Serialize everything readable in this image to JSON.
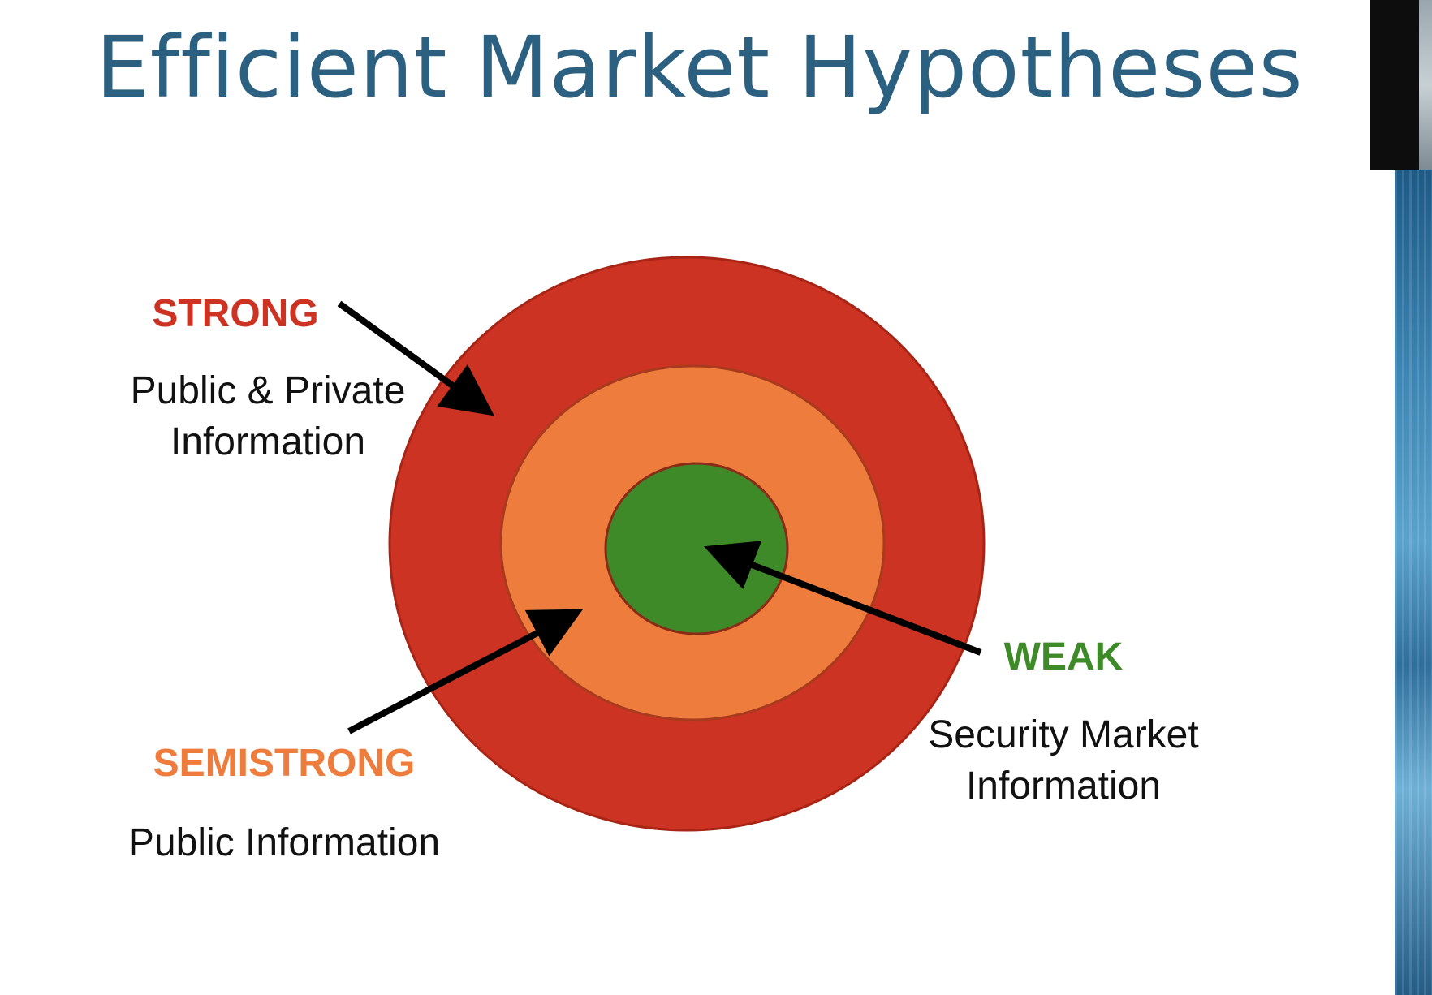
{
  "title": "Efficient Market Hypotheses",
  "colors": {
    "title": "#2c6080",
    "outer_ring": "#cc3322",
    "middle_ring": "#ee7c3c",
    "inner_circle": "#3f8a28",
    "arrow": "#000000",
    "text": "#111111"
  },
  "levels": [
    {
      "id": "strong",
      "name": "STRONG",
      "color": "#cc3322",
      "description_lines": [
        "Public & Private",
        "Information"
      ]
    },
    {
      "id": "semistrong",
      "name": "SEMISTRONG",
      "color": "#ee7c3c",
      "description_lines": [
        "Public Information"
      ]
    },
    {
      "id": "weak",
      "name": "WEAK",
      "color": "#3f8a28",
      "description_lines": [
        "Security Market",
        "Information"
      ]
    }
  ]
}
